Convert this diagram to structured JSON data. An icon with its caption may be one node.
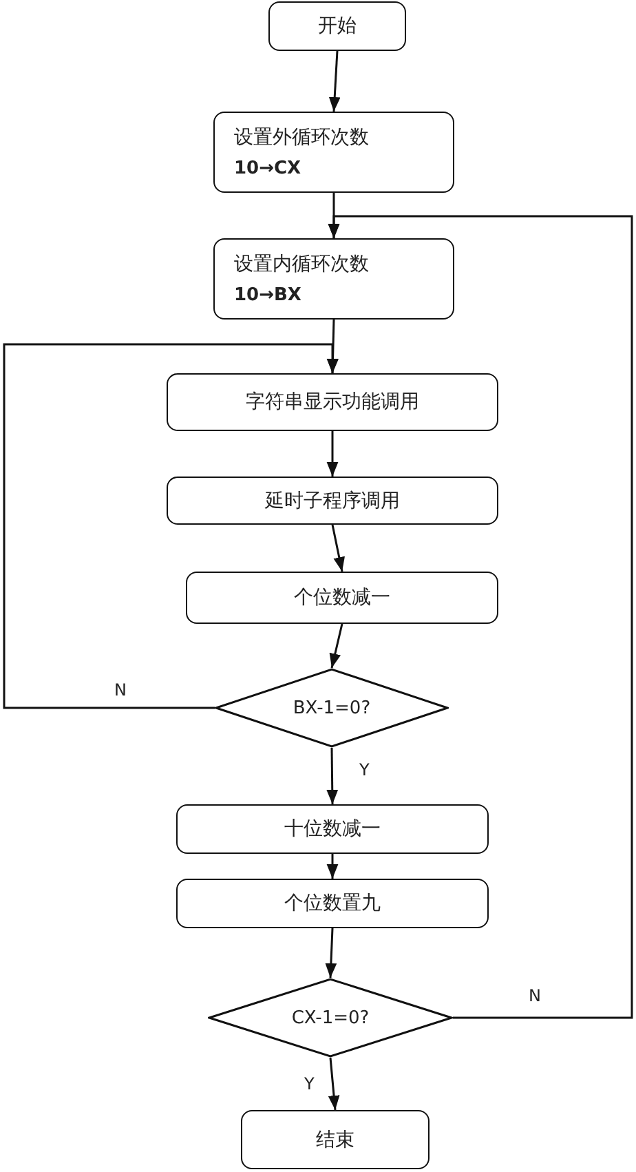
{
  "diagram": {
    "nodes": [
      {
        "text": [
          "开始"
        ]
      },
      {
        "text": [
          "设置外循环次数",
          "10→CX"
        ]
      },
      {
        "text": [
          "设置内循环次数",
          "10→BX"
        ]
      },
      {
        "text": [
          "字符串显示功能调用"
        ]
      },
      {
        "text": [
          "延时子程序调用"
        ]
      },
      {
        "text": [
          "个位数减一"
        ]
      },
      {
        "text": [
          "BX-1=0?"
        ]
      },
      {
        "text": [
          "十位数减一"
        ]
      },
      {
        "text": [
          "个位数置九"
        ]
      },
      {
        "text": [
          "CX-1=0?"
        ]
      },
      {
        "text": [
          "结束"
        ]
      }
    ],
    "edges": [
      {
        "from": 0,
        "to": 1,
        "arrow": "to"
      },
      {
        "from": 1,
        "to": 2,
        "arrow": "to"
      },
      {
        "from": 2,
        "to": 3,
        "arrow": "to"
      },
      {
        "from": 3,
        "to": 4,
        "arrow": "to"
      },
      {
        "from": 4,
        "to": 5,
        "arrow": "to"
      },
      {
        "from": 5,
        "to": 6,
        "arrow": "to"
      },
      {
        "from": 6,
        "to": 3,
        "arrow": "to",
        "label": "N"
      },
      {
        "from": 6,
        "to": 7,
        "arrow": "to",
        "label": "Y"
      },
      {
        "from": 7,
        "to": 8,
        "arrow": "to"
      },
      {
        "from": 8,
        "to": 9,
        "arrow": "to"
      },
      {
        "from": 9,
        "to": 2,
        "arrow": "to",
        "label": "N"
      },
      {
        "from": 9,
        "to": 10,
        "arrow": "to",
        "label": "Y"
      }
    ]
  }
}
